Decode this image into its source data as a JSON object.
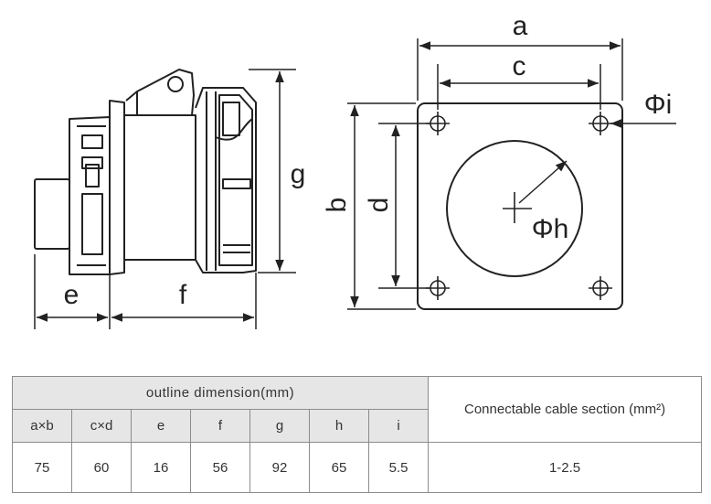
{
  "labels": {
    "a": "a",
    "b": "b",
    "c": "c",
    "d": "d",
    "e": "e",
    "f": "f",
    "g": "g",
    "phi_h": "Φh",
    "phi_i": "Φi"
  },
  "table": {
    "header": "outline dimension(mm)",
    "cable_header": "Connectable cable section (mm²)",
    "columns": [
      "a×b",
      "c×d",
      "e",
      "f",
      "g",
      "h",
      "i"
    ],
    "values": [
      "75",
      "60",
      "16",
      "56",
      "92",
      "65",
      "5.5"
    ],
    "cable_value": "1-2.5"
  }
}
